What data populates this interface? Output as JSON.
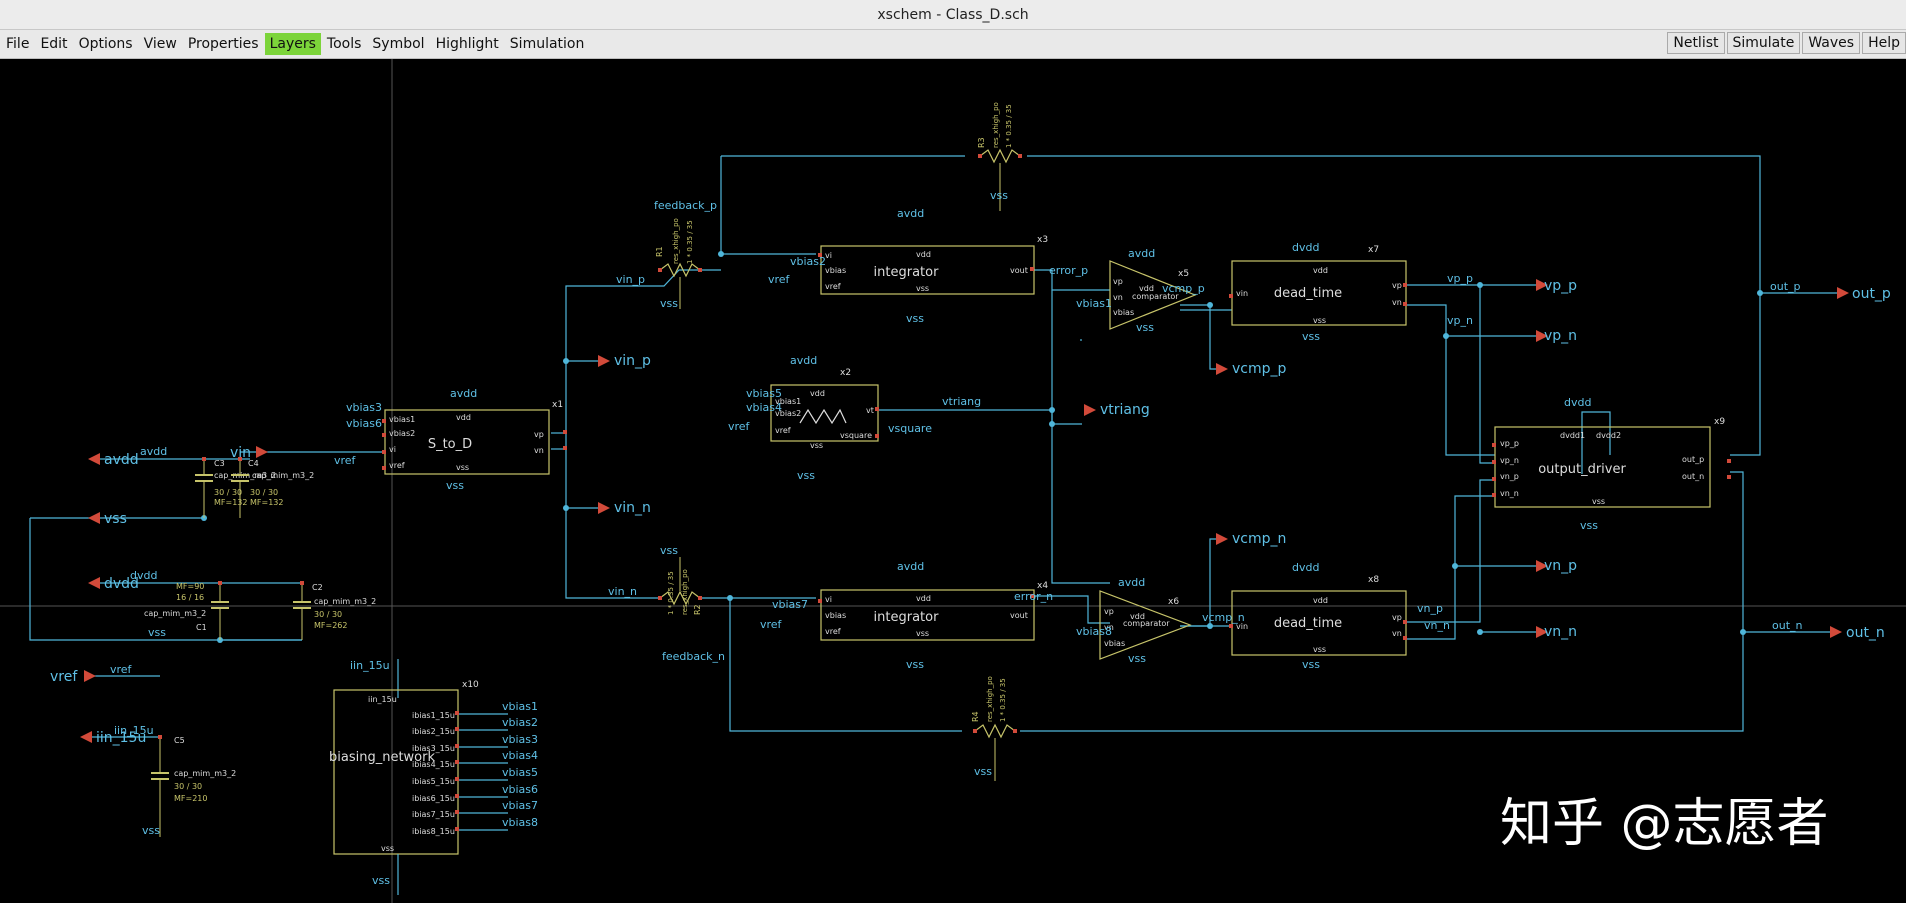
{
  "window": {
    "title": "xschem - Class_D.sch"
  },
  "menu": [
    "File",
    "Edit",
    "Options",
    "View",
    "Properties",
    "Layers",
    "Tools",
    "Symbol",
    "Highlight",
    "Simulation"
  ],
  "toolbar_right": [
    "Netlist",
    "Simulate",
    "Waves",
    "Help"
  ],
  "colors": {
    "wire": "#4fb6da",
    "symbol": "#c7c46a",
    "pin": "#d24a3a",
    "text": "#dddddd",
    "label": "#5fc0e6"
  },
  "schematic": {
    "ports": {
      "vin_p": "vin_p",
      "vin_n": "vin_n",
      "vtriang": "vtriang",
      "vp_p": "vp_p",
      "vp_n": "vp_n",
      "vcmp_p": "vcmp_p",
      "vcmp_n": "vcmp_n",
      "vn_p": "vn_p",
      "vn_n": "vn_n",
      "out_p": "out_p",
      "out_n": "out_n",
      "avdd": "avdd",
      "vss": "vss",
      "dvdd": "dvdd",
      "vref": "vref",
      "iin": "iin_15u",
      "vin": "vin"
    },
    "blocks": {
      "s_to_d": {
        "name": "S_to_D",
        "inst": "x1",
        "pins": [
          "vbias1",
          "vbias2",
          "vi",
          "vref",
          "vdd",
          "vss",
          "vp",
          "vn"
        ]
      },
      "int_p": {
        "name": "integrator",
        "inst": "x3",
        "pins": [
          "vi",
          "vbias",
          "vref",
          "vdd",
          "vss",
          "vout"
        ]
      },
      "int_n": {
        "name": "integrator",
        "inst": "x4",
        "pins": [
          "vi",
          "vbias",
          "vref",
          "vdd",
          "vss",
          "vout"
        ]
      },
      "tri": {
        "inst": "x2",
        "pins": [
          "vbias1",
          "vbias2",
          "vref",
          "vdd",
          "vss",
          "vt",
          "vsquare"
        ]
      },
      "cmp_p": {
        "name": "comparator",
        "inst": "x5",
        "pins": [
          "vp",
          "vn",
          "vbias",
          "vdd"
        ]
      },
      "cmp_n": {
        "name": "comparator",
        "inst": "x6",
        "pins": [
          "vp",
          "vn",
          "vbias",
          "vdd"
        ]
      },
      "dt_p": {
        "name": "dead_time",
        "inst": "x7",
        "pins": [
          "vin",
          "vdd",
          "vss",
          "vp",
          "vn"
        ]
      },
      "dt_n": {
        "name": "dead_time",
        "inst": "x8",
        "pins": [
          "vin",
          "vdd",
          "vss",
          "vp",
          "vn"
        ]
      },
      "drv": {
        "name": "output_driver",
        "inst": "x9",
        "pins": [
          "vp_p",
          "vp_n",
          "vn_p",
          "vn_n",
          "dvdd1",
          "dvdd2",
          "vss",
          "out_p",
          "out_n"
        ]
      },
      "bias": {
        "name": "biasing_network",
        "inst": "x10",
        "pins": [
          "iin_15u",
          "ibias1_15u",
          "ibias2_15u",
          "ibias3_15u",
          "ibias4_15u",
          "ibias5_15u",
          "ibias6_15u",
          "ibias7_15u",
          "ibias8_15u",
          "vss"
        ]
      }
    },
    "res": {
      "r1": "R1",
      "r2": "R2",
      "r3": "R3",
      "r4": "R4",
      "model": "res_xhigh_po",
      "value": "1 * 0.35 / 35"
    },
    "caps": {
      "c1": "C1",
      "c2": "C2",
      "c3": "C3",
      "c4": "C4",
      "c5": "C5",
      "model": "cap_mim_m3_2",
      "size": "30 / 30",
      "mf132": "MF=132",
      "mf262": "MF=262",
      "mf210": "MF=210",
      "mf90": "MF=90",
      "size16": "16 / 16"
    },
    "labels": {
      "feedback_p": "feedback_p",
      "feedback_n": "feedback_n",
      "error_p": "error_p",
      "error_n": "error_n",
      "vsquare": "vsquare",
      "vtriang": "vtriang",
      "vcmp_p": "vcmp_p",
      "vcmp_n": "vcmp_n",
      "vbias": [
        "vbias1",
        "vbias2",
        "vbias3",
        "vbias4",
        "vbias5",
        "vbias6",
        "vbias7",
        "vbias8"
      ],
      "vdd": "vdd",
      "vss": "vss",
      "avdd": "avdd",
      "dvdd": "dvdd",
      "vref": "vref",
      "vp_p": "vp_p",
      "vp_n": "vp_n",
      "vn_p": "vn_p",
      "vn_n": "vn_n",
      "out_p": "out_p",
      "out_n": "out_n",
      "vin_p": "vin_p",
      "vin_n": "vin_n",
      "iin": "iin_15u",
      "vin": "vin"
    }
  },
  "watermark": "知乎 @志愿者"
}
